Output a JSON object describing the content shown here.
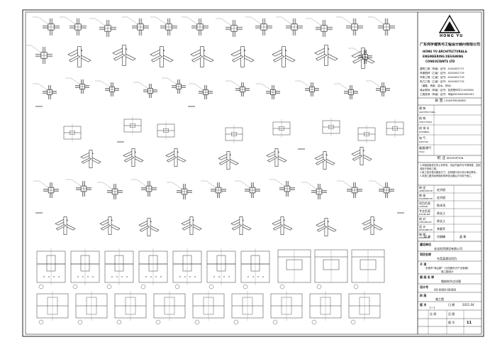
{
  "title_block": {
    "logo_text": "HONG YU",
    "company_cn": "广东鸿宇建筑与工程设计顾问有限公司",
    "company_en_1": "HONG YU ARCHITECTURAL&",
    "company_en_2": "ENGINEERING DESIGNING",
    "company_en_3": "CONSULTANTS LTD",
    "license_lines": [
      "建筑工程（甲级）证书：A144002717",
      "风景园林（乙级）证书：A244002719",
      "市政工程（乙级）证书：A244002719",
      "电力工程（乙级）证书：A244002719",
      "（道路、桥梁、给水、排水）",
      "城乡规划（甲级）证书：自资规甲字21440084",
      "工程咨询（甲级）证书：甲级0000000000001"
    ],
    "sign_header_cn": "会 签",
    "sign_header_en": "COUNTERSIGNED",
    "sign_rows": [
      {
        "cn": "建 筑",
        "en": "ARCHITECTURAL"
      },
      {
        "cn": "结 构",
        "en": "STRUCTURAL"
      },
      {
        "cn": "给 排 水",
        "en": "PLUMBING"
      },
      {
        "cn": "电 气",
        "en": "ELECTRIC"
      },
      {
        "cn": "暖通/燃气",
        "en": "HVAC"
      }
    ],
    "notes_header_cn": "附 注",
    "notes_header_en": "DESCRIPTION",
    "notes_lines": [
      "1.本图纸版权归本公司所有，未经书面许可不得转载、复制或用于其他工程。",
      "2.施工前请核对图纸尺寸，如有疑问请与设计单位联系。",
      "3.本施工图须经审图机构审查合格后方可用于施工。"
    ],
    "staff_rows": [
      {
        "cn": "审 定",
        "en": "APPROVED BY",
        "name": "史洪斌"
      },
      {
        "cn": "审 核",
        "en": "EXAMINED BY",
        "name": "史洪斌"
      },
      {
        "cn": "项目负责",
        "en": "CAPTAIN",
        "name": "陈泽涛"
      },
      {
        "cn": "专业负责",
        "en": "DISCIPLINE",
        "name": "周长江"
      },
      {
        "cn": "校 对",
        "en": "CHECKED BY",
        "name": "周长江"
      },
      {
        "cn": "设 计",
        "en": "DESIGNED BY",
        "name": "李磊军"
      },
      {
        "cn": "制 图",
        "en": "DRAWN BY",
        "name": "刘湘峰"
      }
    ],
    "stamp_label": "印 章",
    "stamp_label_2": "盖 章",
    "client_label": "建设单位",
    "client_value": "金宝投资建设有限公司",
    "project_label": "项目名称",
    "project_value": "东莞某建设项目",
    "sub_project_label": "子 项",
    "sub_project_value": "东莞市\"海山郡\"（沙田镇东方产业新城）",
    "sub_project_value_2": "施工图设计",
    "drawing_label": "图 纸 名 称",
    "drawing_value": "钢结构节点详图",
    "design_no_label": "设计号",
    "design_no_value": "XX-0000-00000",
    "stage_label": "阶 段",
    "stage_value": "施工图",
    "version_label": "版 次",
    "version_value": "(一)",
    "date_label": "日 期",
    "date_value": "2021.04",
    "ratio_label": "比 例",
    "ratio_value": "见 图",
    "sheet_no_label": "图 号",
    "sheet_no_value": "11"
  },
  "detail_numbers": [
    "①",
    "②",
    "③",
    "④",
    "⑤",
    "⑥",
    "⑦",
    "⑧",
    "⑨",
    "⑩",
    "⑪",
    "⑫",
    "⑬",
    "⑭",
    "⑮",
    "⑯"
  ]
}
